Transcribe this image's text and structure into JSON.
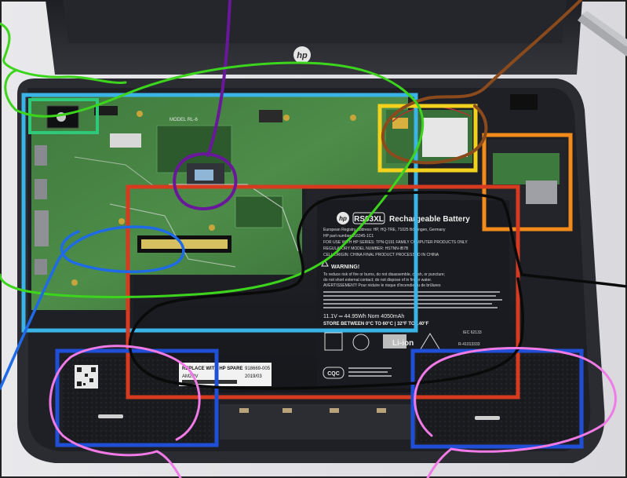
{
  "photo": {
    "logo_text": "hp",
    "battery": {
      "model": "RS03XL",
      "heading": "Rechargeable Battery",
      "line_mfr": "European Registry Address: HP, HQ-TRE, 71025 Böblingen, Germany",
      "line_part": "HP part number 916345-1C1",
      "line_use": "FOR USE WITH HP SERIES: TPN-Q191 FAMILY COMPUTER PRODUCTS ONLY",
      "line_reg": "REGULATORY MODEL NUMBER: HSTNN-IB7B",
      "line_origin": "CELL ORIGIN: CHINA FINAL PRODUCT PROCESSED IN CHINA",
      "warning": "WARNING!",
      "warn1": "To reduce risk of fire or burns, do not disassemble, crush, or puncture;",
      "warn2": "do not short external contact; do not dispose of in fire or water.",
      "warn3": "AVERTISSEMENT! Pour réduire le risque d'incendie ou de brûlures",
      "spec": "11.1V ═ 44.95Wh Nom 4050mAh",
      "store": "STORE BETWEEN 0°C TO 60°C | 32°F TO 140°F",
      "liion": "Li-ion",
      "iec": "IEC 62133",
      "cqc": "CQC",
      "rcode": "R-41013333",
      "board_model": "MODEL RL-6"
    },
    "spare_label": {
      "line1": "REPLACE WITH HP SPARE",
      "line2": "AM2RV",
      "part": "918669-005",
      "date": "2019/03"
    }
  },
  "colors": {
    "cyan": "#3ab4e6",
    "green": "#2ec97a",
    "yellow": "#f2d21c",
    "orange": "#f28a1c",
    "red": "#d63a1f",
    "blue": "#1f4fd6",
    "purple": "#6a189a",
    "brown": "#8a4a1c",
    "pink": "#f07ae6",
    "lime": "#3cd41c",
    "black": "#0a0a0a",
    "lightblue": "#1f6ae6"
  }
}
